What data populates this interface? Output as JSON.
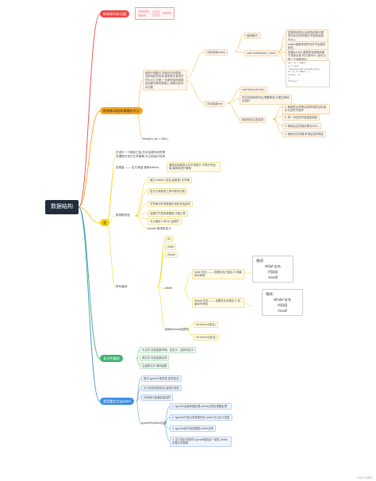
{
  "title": "数据结构",
  "colors": {
    "red": "#f04646",
    "orange": "#f5a623",
    "yellow": "#f7d000",
    "green": "#3cb371",
    "blue": "#3b8fe0",
    "root": "#1f2d3d"
  },
  "branches": {
    "b1": {
      "label": "结构体内存分配"
    },
    "b2": {
      "label": "结构体动态申请指针大小",
      "intro": "使用于函数中,将临近内存释放。当前地址所在地,使用其中某成员作为大小分配,一旦原来结构体释放后即在原来基础上,使用动态内存分配",
      "free": "free(ptr); ptr = NULL;",
      "malloc": "动态申请malloc",
      "malloc_sig": "void *malloc(size_t size);",
      "malloc_notes": [
        "如果申请成功,返回指向新分配的内存空间的指针,失败则返回NULL。",
        "malloc函数申请的内存不会被初始化。",
        "如果size为0,函数的返回值依赖于具体实现,可以是NULL,也可以是一个特殊指针。"
      ],
      "example_label": "使用格式:",
      "example_code": [
        "int *p = NULL;",
        "p = (int *)malloc(10*sizeof(int));",
        "if (p == NULL) {",
        "  return -1;",
        "}",
        "free(p);"
      ],
      "free_label": "内存释放free",
      "free_sig": "void free(void *ptr);",
      "free_desc": "在内存使用完毕后,需要释放,分配空间地址指针",
      "rules_label": "释放时的注意事项",
      "rules": [
        "1. 释放的必须是动态申请的空间,指针为空时不操作",
        "2. 同一块空间不能重复释放",
        "3. 释放后应将指针置为NULL",
        "4. 避免内存泄漏,申请后及时释放"
      ]
    },
    "b3": {
      "label": "宏",
      "define_intro": "在进行一个程序之前,先对该源代码的预处理指令进行文本替换,不占用运行时间",
      "define": "宏常量 —— 定义常量,使用#define",
      "define_note": "通常全部使用大写字母表示,不带分号结束,编译前进行替换",
      "macro_fn": "带参数的宏",
      "macro_items": [
        "格式:#define 宏名(参数表) 字符串",
        "宏名与参数表之间不能有空格",
        "字符串中的参数最好用括号括起来",
        "宏展开只是简单替换,不做计算",
        "可以使用 # 和 ## 运算符"
      ],
      "undef": "#undef 取消宏定义",
      "cond": "条件编译",
      "cond_opts": [
        "#if",
        "#ifdef",
        "#ifndef"
      ],
      "cond_if_card": {
        "title": "格式:",
        "lines": [
          "#ifdef 宏名",
          "代码段",
          "#endif"
        ]
      },
      "cond_ifn_card": {
        "title": "格式:",
        "lines": [
          "#ifndef 宏名",
          "代码段",
          "#endif"
        ]
      },
      "cond_ifdef": "#ifdef 宏名 —— 如果宏名已被定义,则编译代码段",
      "cond_ifndef": "#ifndef 宏名 —— 如果宏名未被定义,则编译代码段",
      "defined": "使用defined运算符",
      "defined_items": [
        "#if defined(宏名)",
        "#if !defined(宏名)"
      ]
    },
    "b4": {
      "label": "多文件编程",
      "items": [
        "头文件:存放函数声明、宏定义、结构体定义",
        "源文件:存放函数实现",
        "主函数文件:调用函数"
      ]
    },
    "b5": {
      "label": "类型重定义typedef",
      "items": [
        "格式:typedef 原类型 新类型名;",
        "为已有类型取别名,增强可读性",
        "作用域与普通变量相同"
      ],
      "vs_label": "typedef与define区别",
      "vs_items": [
        "1. typedef由编译器处理,define由预处理器处理",
        "2. typedef只能为类型取别名,define可以定义常量",
        "3. typedef有作用域限制,define没有",
        "4. 定义指针类型时,typedef能保证一致性,define仅做文本替换"
      ]
    }
  },
  "watermark": "CSDN @博主"
}
